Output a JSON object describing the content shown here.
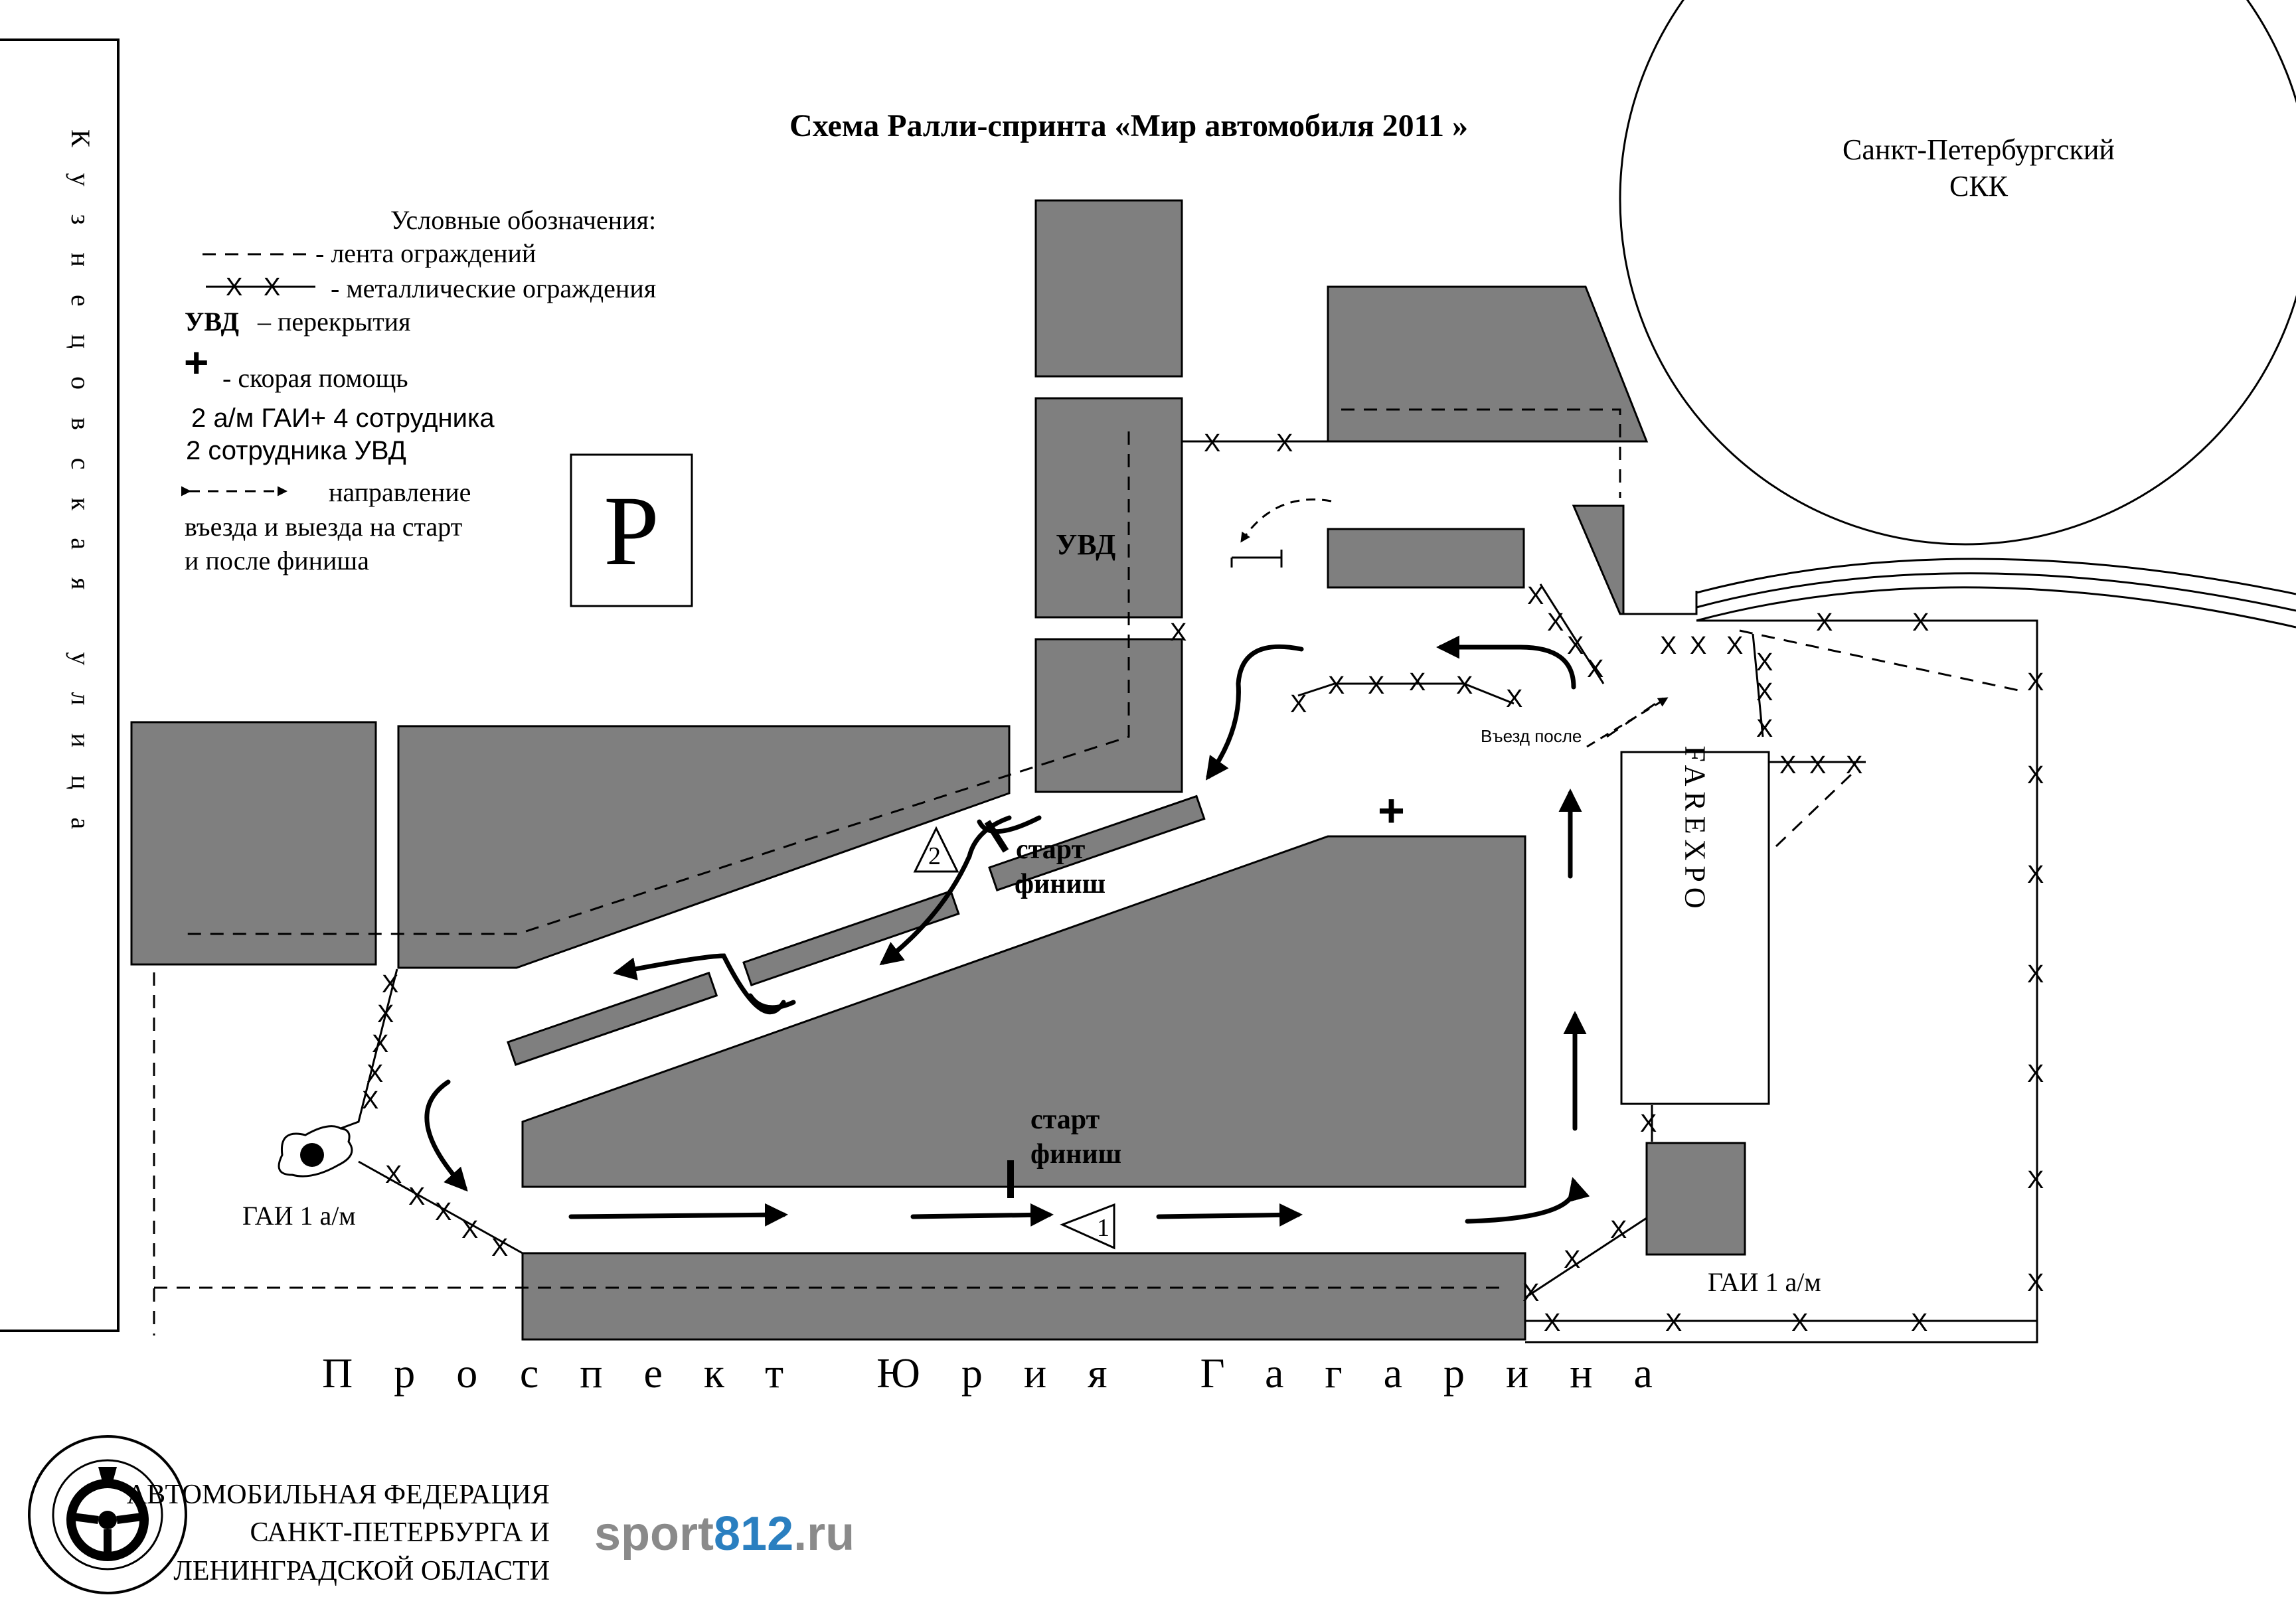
{
  "title": "Схема Ралли-спринта «Мир автомобиля 2011 »",
  "legend": {
    "heading": "Условные обозначения:",
    "tape": "- лента ограждений",
    "fence_symbol": "X   X",
    "fence": "- металлические ограждения",
    "uvd_abbr": "УВД",
    "uvd": "– перекрытия",
    "aid_symbol": "+",
    "aid": "- скорая помощь",
    "staff_line1": "2 а/м ГАИ+ 4 сотрудника",
    "staff_line2": "2 сотрудника УВД",
    "direction_line1": "направление",
    "direction_line2": "въезда и выезда на старт",
    "direction_line3": "и после финиша"
  },
  "parking": "P",
  "places": {
    "skk_line1": "Санкт-Петербургский",
    "skk_line2": "СКК",
    "uvd": "УВД",
    "farexpo": "FAREXPO",
    "entry_after": "Въезд после",
    "gai_left": "ГАИ 1 а/м",
    "gai_right": "ГАИ 1 а/м",
    "start1": "старт",
    "finish1": "финиш",
    "start2": "старт",
    "finish2": "финиш",
    "marker1": "1",
    "marker2": "2",
    "aid_mark": "+"
  },
  "streets": {
    "kuznetsovskaya": "Кузнецовская улица",
    "gagarina": "Проспект Юрия Гагарина"
  },
  "footer": {
    "federation_line1": "АВТОМОБИЛЬНАЯ ФЕДЕРАЦИЯ",
    "federation_line2": "САНКТ-ПЕТЕРБУРГА И",
    "federation_line3": "ЛЕНИНГРАДСКОЙ ОБЛАСТИ",
    "site_prefix": "sport",
    "site_number": "812",
    "site_suffix": ".ru",
    "colors": {
      "site_grey": "#8a8a8a",
      "site_blue": "#2a7fc0"
    }
  },
  "icons": [
    "steering-wheel-icon",
    "ambulance-cross-icon",
    "police-car-icon",
    "arrow-icon"
  ]
}
